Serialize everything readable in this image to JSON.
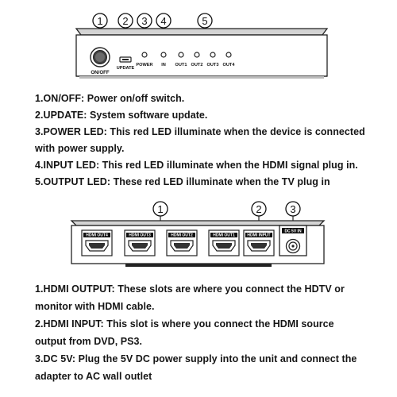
{
  "front_panel": {
    "callouts": [
      "1",
      "2",
      "3",
      "4",
      "5"
    ],
    "labels": {
      "onoff": "ON/OFF",
      "update": "UPDATE",
      "power": "POWER",
      "in": "IN",
      "out1": "OUT1",
      "out2": "OUT2",
      "out3": "OUT3",
      "out4": "OUT4"
    }
  },
  "front_descriptions": [
    "1.ON/OFF: Power on/off switch.",
    "2.UPDATE: System software update.",
    "3.POWER LED: This red LED illuminate when the device is connected",
    "with power supply.",
    "4.INPUT LED: This red LED illuminate when the HDMI signal plug in.",
    "5.OUTPUT LED: These red LED illuminate when the TV plug in"
  ],
  "rear_panel": {
    "callouts": [
      "1",
      "2",
      "3"
    ],
    "labels": {
      "hdmi_out4": "HDMI OUT4",
      "hdmi_out3": "HDMI OUT3",
      "hdmi_out2": "HDMI OUT2",
      "hdmi_out1": "HDMI OUT1",
      "hdmi_input": "HDMI INPUT",
      "dc": "DC 5V IN"
    }
  },
  "rear_descriptions": [
    "1.HDMI OUTPUT: These slots are where you connect the HDTV or",
    "monitor with HDMI cable.",
    "2.HDMI INPUT: This slot is where you connect the HDMI source",
    "output from DVD, PS3.",
    "3.DC 5V: Plug the 5V DC power supply into the unit and connect the",
    "adapter to AC wall outlet"
  ]
}
